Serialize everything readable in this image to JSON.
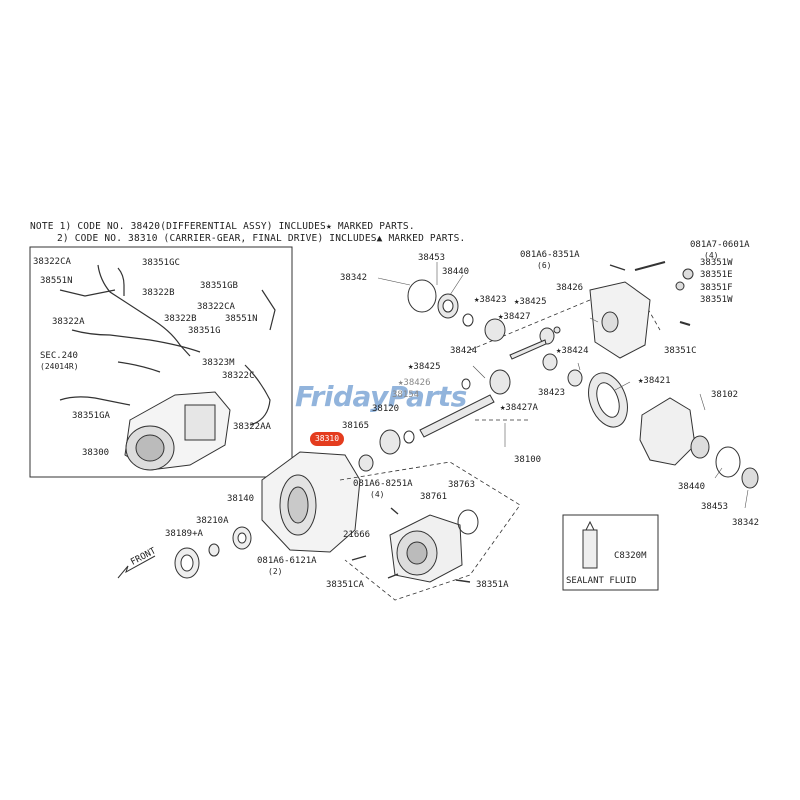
{
  "notes": {
    "note1": "NOTE 1) CODE NO. 38420(DIFFERENTIAL ASSY) INCLUDES★ MARKED PARTS.",
    "note2": "2) CODE NO. 38310 (CARRIER-GEAR, FINAL DRIVE) INCLUDES▲ MARKED PARTS."
  },
  "watermark": "FridayParts",
  "highlight_label": "38310",
  "sealant": {
    "code": "C8320M",
    "label": "SEALANT FLUID"
  },
  "front_label": "FRONT",
  "inset_labels": {
    "l1": "38322CA",
    "l2": "38351GC",
    "l3": "38551N",
    "l4": "38322B",
    "l5": "38351GB",
    "l6": "38322CA",
    "l7": "38322B",
    "l8": "38551N",
    "l9": "38322A",
    "l10": "38351G",
    "l11": "SEC.240",
    "l12": "(24014R)",
    "l13": "38323M",
    "l14": "38322C",
    "l15": "38351GA",
    "l16": "38322AA",
    "l17": "38300"
  },
  "part_labels": {
    "p1": "38453",
    "p2": "38342",
    "p3": "38440",
    "p4": "★38423",
    "p5": "★38425",
    "p6": "★38427",
    "p7": "38426",
    "p8": "38424",
    "p9": "★38425",
    "p10": "★38424",
    "p11": "★38426",
    "p12": "38154",
    "p13": "38423",
    "p14": "38120",
    "p15": "★38427A",
    "p16": "38165",
    "p17": "38100",
    "p18": "★38421",
    "p19": "38102",
    "p20": "38440",
    "p21": "38453",
    "p22": "38342",
    "p23": "38351C",
    "p24": "38140",
    "p25": "38210A",
    "p26": "38189+A",
    "p27": "38763",
    "p28": "38761",
    "p29": "21666",
    "p30": "38351CA",
    "p31": "38351A"
  },
  "bolt_labels": {
    "b1": "081A6-8351A",
    "b1q": "(6)",
    "b2": "081A7-0601A",
    "b2q": "(4)",
    "b3": "38351W",
    "b4": "38351E",
    "b5": "38351F",
    "b6": "38351W",
    "b7": "081A6-8251A",
    "b7q": "(4)",
    "b8": "081A6-6121A",
    "b8q": "(2)"
  }
}
